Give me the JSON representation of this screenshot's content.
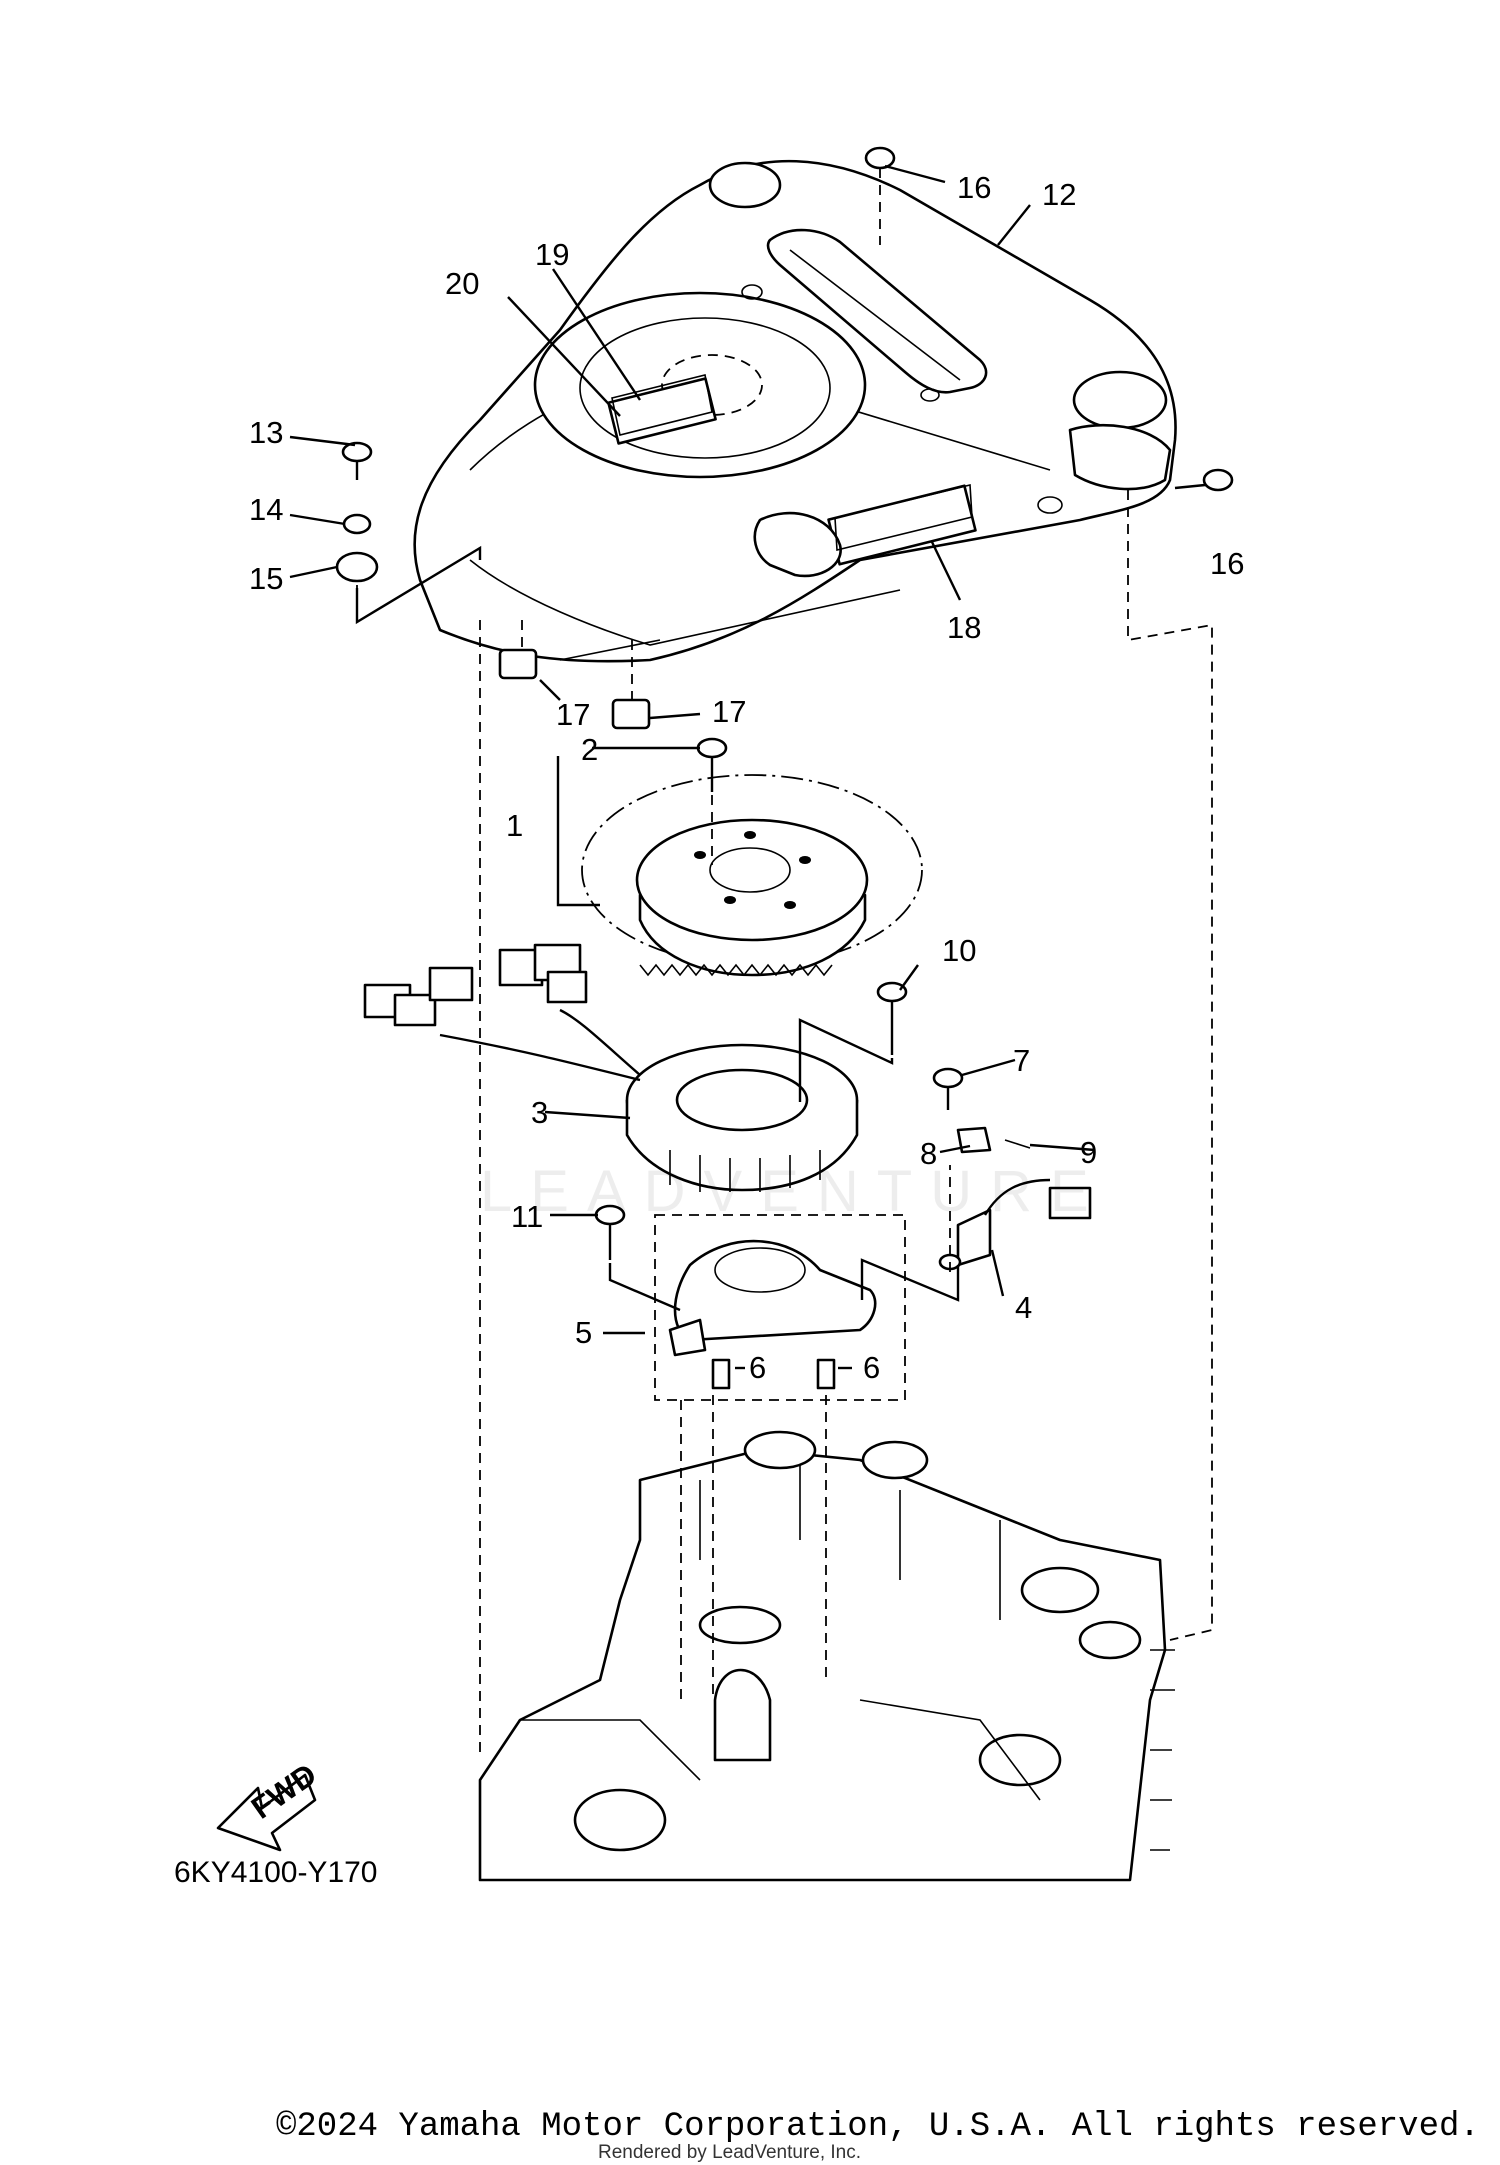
{
  "diagram": {
    "code": "6KY4100-Y170",
    "fwd_label": "FWD",
    "watermark": "LEADVENTURE",
    "callouts": {
      "c1": "1",
      "c2": "2",
      "c3": "3",
      "c4": "4",
      "c5": "5",
      "c6a": "6",
      "c6b": "6",
      "c7": "7",
      "c8": "8",
      "c9": "9",
      "c10": "10",
      "c11": "11",
      "c12": "12",
      "c13": "13",
      "c14": "14",
      "c15": "15",
      "c16a": "16",
      "c16b": "16",
      "c17a": "17",
      "c17b": "17",
      "c18": "18",
      "c19": "19",
      "c20": "20"
    }
  },
  "footer": {
    "copyright": "©2024 Yamaha Motor Corporation, U.S.A. All rights reserved.",
    "rendered_by": "Rendered by LeadVenture, Inc."
  }
}
